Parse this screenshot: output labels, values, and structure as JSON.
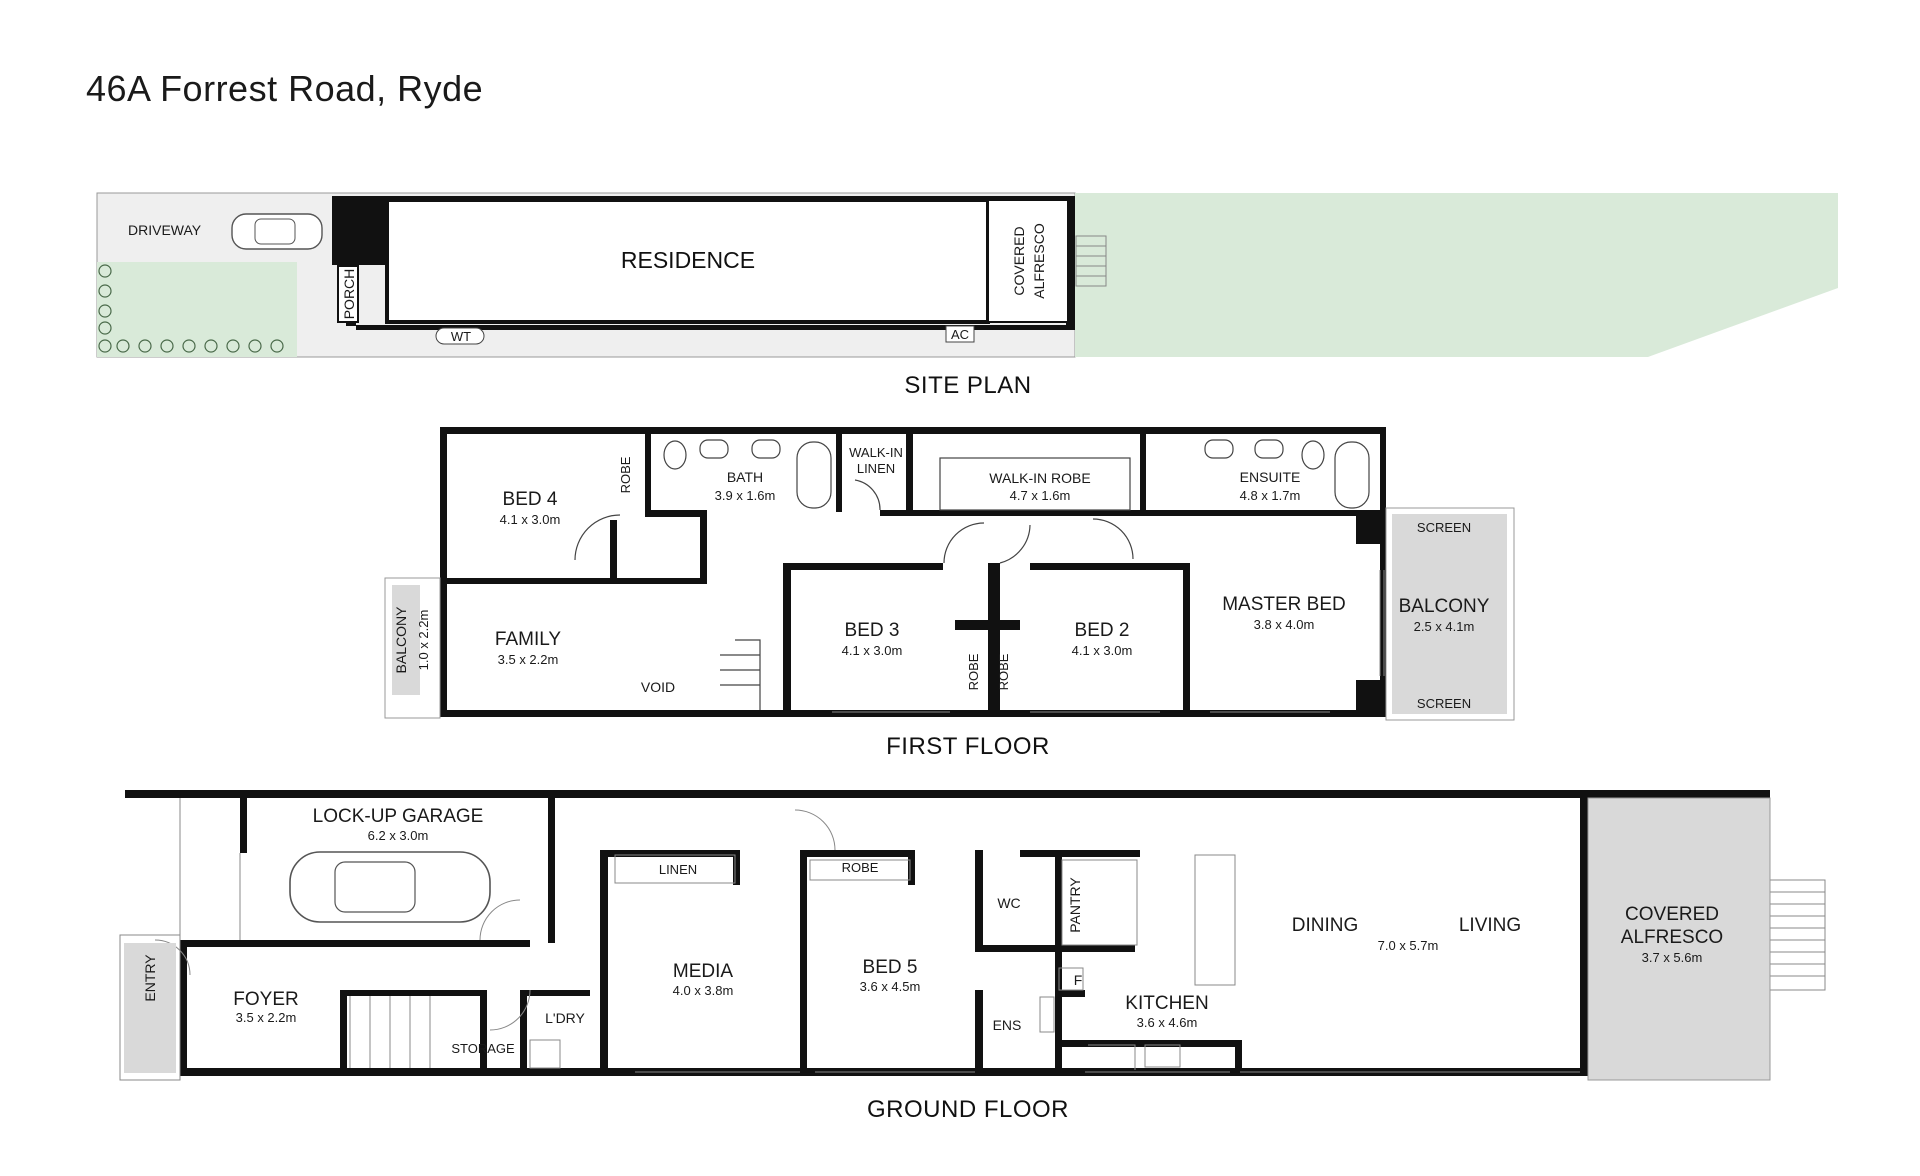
{
  "title": "46A Forrest Road, Ryde",
  "site_plan": {
    "heading": "SITE PLAN",
    "labels": {
      "driveway": "DRIVEWAY",
      "residence": "RESIDENCE",
      "porch": "PORCH",
      "covered_alfresco_line1": "COVERED",
      "covered_alfresco_line2": "ALFRESCO",
      "wt": "WT",
      "ac": "AC"
    }
  },
  "first_floor": {
    "heading": "FIRST FLOOR",
    "rooms": {
      "bed4": {
        "name": "BED 4",
        "dim": "4.1 x 3.0m"
      },
      "bath": {
        "name": "BATH",
        "dim": "3.9 x 1.6m"
      },
      "walkin_linen_1": "WALK-IN",
      "walkin_linen_2": "LINEN",
      "walkin_robe": {
        "name": "WALK-IN ROBE",
        "dim": "4.7 x 1.6m"
      },
      "ensuite": {
        "name": "ENSUITE",
        "dim": "4.8 x 1.7m"
      },
      "robe_top": "ROBE",
      "family": {
        "name": "FAMILY",
        "dim": "3.5 x 2.2m"
      },
      "balcony_left": {
        "name": "BALCONY",
        "dim": "1.0 x 2.2m"
      },
      "void": "VOID",
      "bed3": {
        "name": "BED 3",
        "dim": "4.1 x 3.0m"
      },
      "bed2": {
        "name": "BED 2",
        "dim": "4.1 x 3.0m"
      },
      "robe_a": "ROBE",
      "robe_b": "ROBE",
      "master": {
        "name": "MASTER BED",
        "dim": "3.8 x 4.0m"
      },
      "balcony_right": {
        "name": "BALCONY",
        "dim": "2.5 x 4.1m"
      },
      "screen_top": "SCREEN",
      "screen_bottom": "SCREEN"
    }
  },
  "ground_floor": {
    "heading": "GROUND FLOOR",
    "rooms": {
      "garage": {
        "name": "LOCK-UP GARAGE",
        "dim": "6.2 x 3.0m"
      },
      "entry": "ENTRY",
      "foyer": {
        "name": "FOYER",
        "dim": "3.5 x 2.2m"
      },
      "storage": "STORAGE",
      "laundry": "L'DRY",
      "linen": "LINEN",
      "media": {
        "name": "MEDIA",
        "dim": "4.0 x 3.8m"
      },
      "robe": "ROBE",
      "bed5": {
        "name": "BED 5",
        "dim": "3.6 x 4.5m"
      },
      "wc": "WC",
      "pantry": "PANTRY",
      "f": "F",
      "ens": "ENS",
      "kitchen": {
        "name": "KITCHEN",
        "dim": "3.6 x 4.6m"
      },
      "dining": "DINING",
      "living": "LIVING",
      "dining_living_dim": "7.0 x 5.7m",
      "alfresco": {
        "name_line1": "COVERED",
        "name_line2": "ALFRESCO",
        "dim": "3.7 x 5.6m"
      }
    }
  },
  "colors": {
    "wall": "#111111",
    "lawn": "#d9ead9",
    "paving": "#efefef",
    "balcony": "#d9d9d9"
  }
}
